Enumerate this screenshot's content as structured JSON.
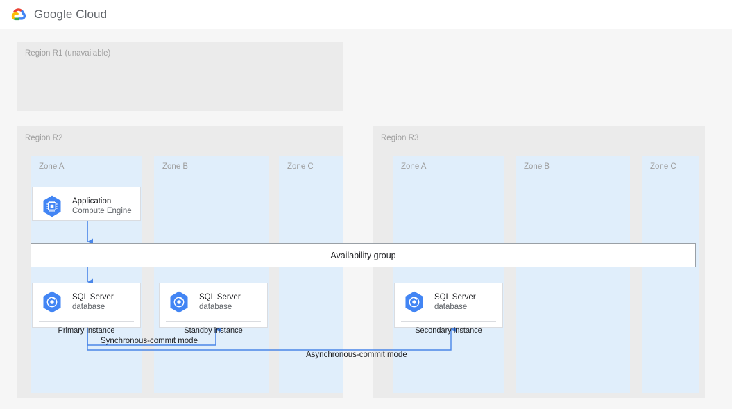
{
  "header": {
    "logo_icon": "google-cloud-logo-icon",
    "brand": "Google Cloud",
    "logo_colors": {
      "red": "#ea4335",
      "yellow": "#fbbc04",
      "green": "#34a853",
      "blue": "#4285f4"
    }
  },
  "theme": {
    "page_bg": "#f6f6f6",
    "region_bg": "#ebebeb",
    "zone_bg": "#e0eefb",
    "card_bg": "#ffffff",
    "card_border": "#dadce0",
    "accent_blue": "#4285f4",
    "connector_blue": "#4a86e8",
    "muted_text": "#9e9e9e",
    "body_text": "#202124"
  },
  "regions": [
    {
      "id": "region-r1",
      "label": "Region R1 (unavailable)",
      "zones": []
    },
    {
      "id": "region-r2",
      "label": "Region R2",
      "zones": [
        {
          "id": "r2-zone-a",
          "label": "Zone A"
        },
        {
          "id": "r2-zone-b",
          "label": "Zone B"
        },
        {
          "id": "r2-zone-c",
          "label": "Zone C"
        }
      ]
    },
    {
      "id": "region-r3",
      "label": "Region R3",
      "zones": [
        {
          "id": "r3-zone-a",
          "label": "Zone A"
        },
        {
          "id": "r3-zone-b",
          "label": "Zone B"
        },
        {
          "id": "r3-zone-c",
          "label": "Zone C"
        }
      ]
    }
  ],
  "cards": {
    "application": {
      "icon": "compute-engine-icon",
      "title": "Application",
      "subtitle": "Compute Engine"
    },
    "primary_db": {
      "icon": "sql-server-database-icon",
      "title": "SQL Server",
      "subtitle": "database",
      "footer": "Primary instance"
    },
    "standby_db": {
      "icon": "sql-server-database-icon",
      "title": "SQL Server",
      "subtitle": "database",
      "footer": "Standby instance"
    },
    "secondary_db": {
      "icon": "sql-server-database-icon",
      "title": "SQL Server",
      "subtitle": "database",
      "footer": "Secondary instance"
    }
  },
  "availability_group": {
    "label": "Availability group"
  },
  "edges": [
    {
      "id": "sync-commit",
      "label": "Synchronous-commit mode"
    },
    {
      "id": "async-commit",
      "label": "Asynchronous-commit mode"
    }
  ]
}
